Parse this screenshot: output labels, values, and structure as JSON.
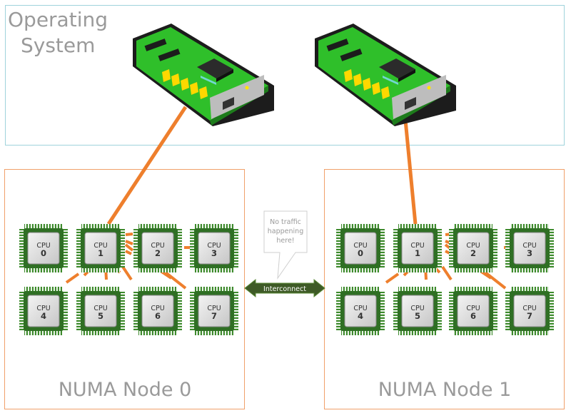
{
  "os": {
    "label_line1": "Operating",
    "label_line2": "System"
  },
  "nodes": [
    {
      "label": "NUMA Node 0"
    },
    {
      "label": "NUMA Node 1"
    }
  ],
  "cpu": {
    "prefix": "CPU",
    "ids": [
      "0",
      "1",
      "2",
      "3",
      "4",
      "5",
      "6",
      "7"
    ]
  },
  "interconnect": {
    "label": "Interconnect"
  },
  "callout": {
    "line1": "No traffic",
    "line2": "happening",
    "line3": "here!"
  },
  "colors": {
    "os_border": "#9fd3dc",
    "node_border": "#f0a06a",
    "link": "#ee7f2d",
    "interconnect_fill": "#3e5a26",
    "chip_pins": "#3d8a2c",
    "nic_board": "#2fbf2a",
    "label_gray": "#9a9a9a"
  },
  "icons": {
    "nic": "network-card-icon",
    "cpu": "cpu-chip-icon"
  }
}
